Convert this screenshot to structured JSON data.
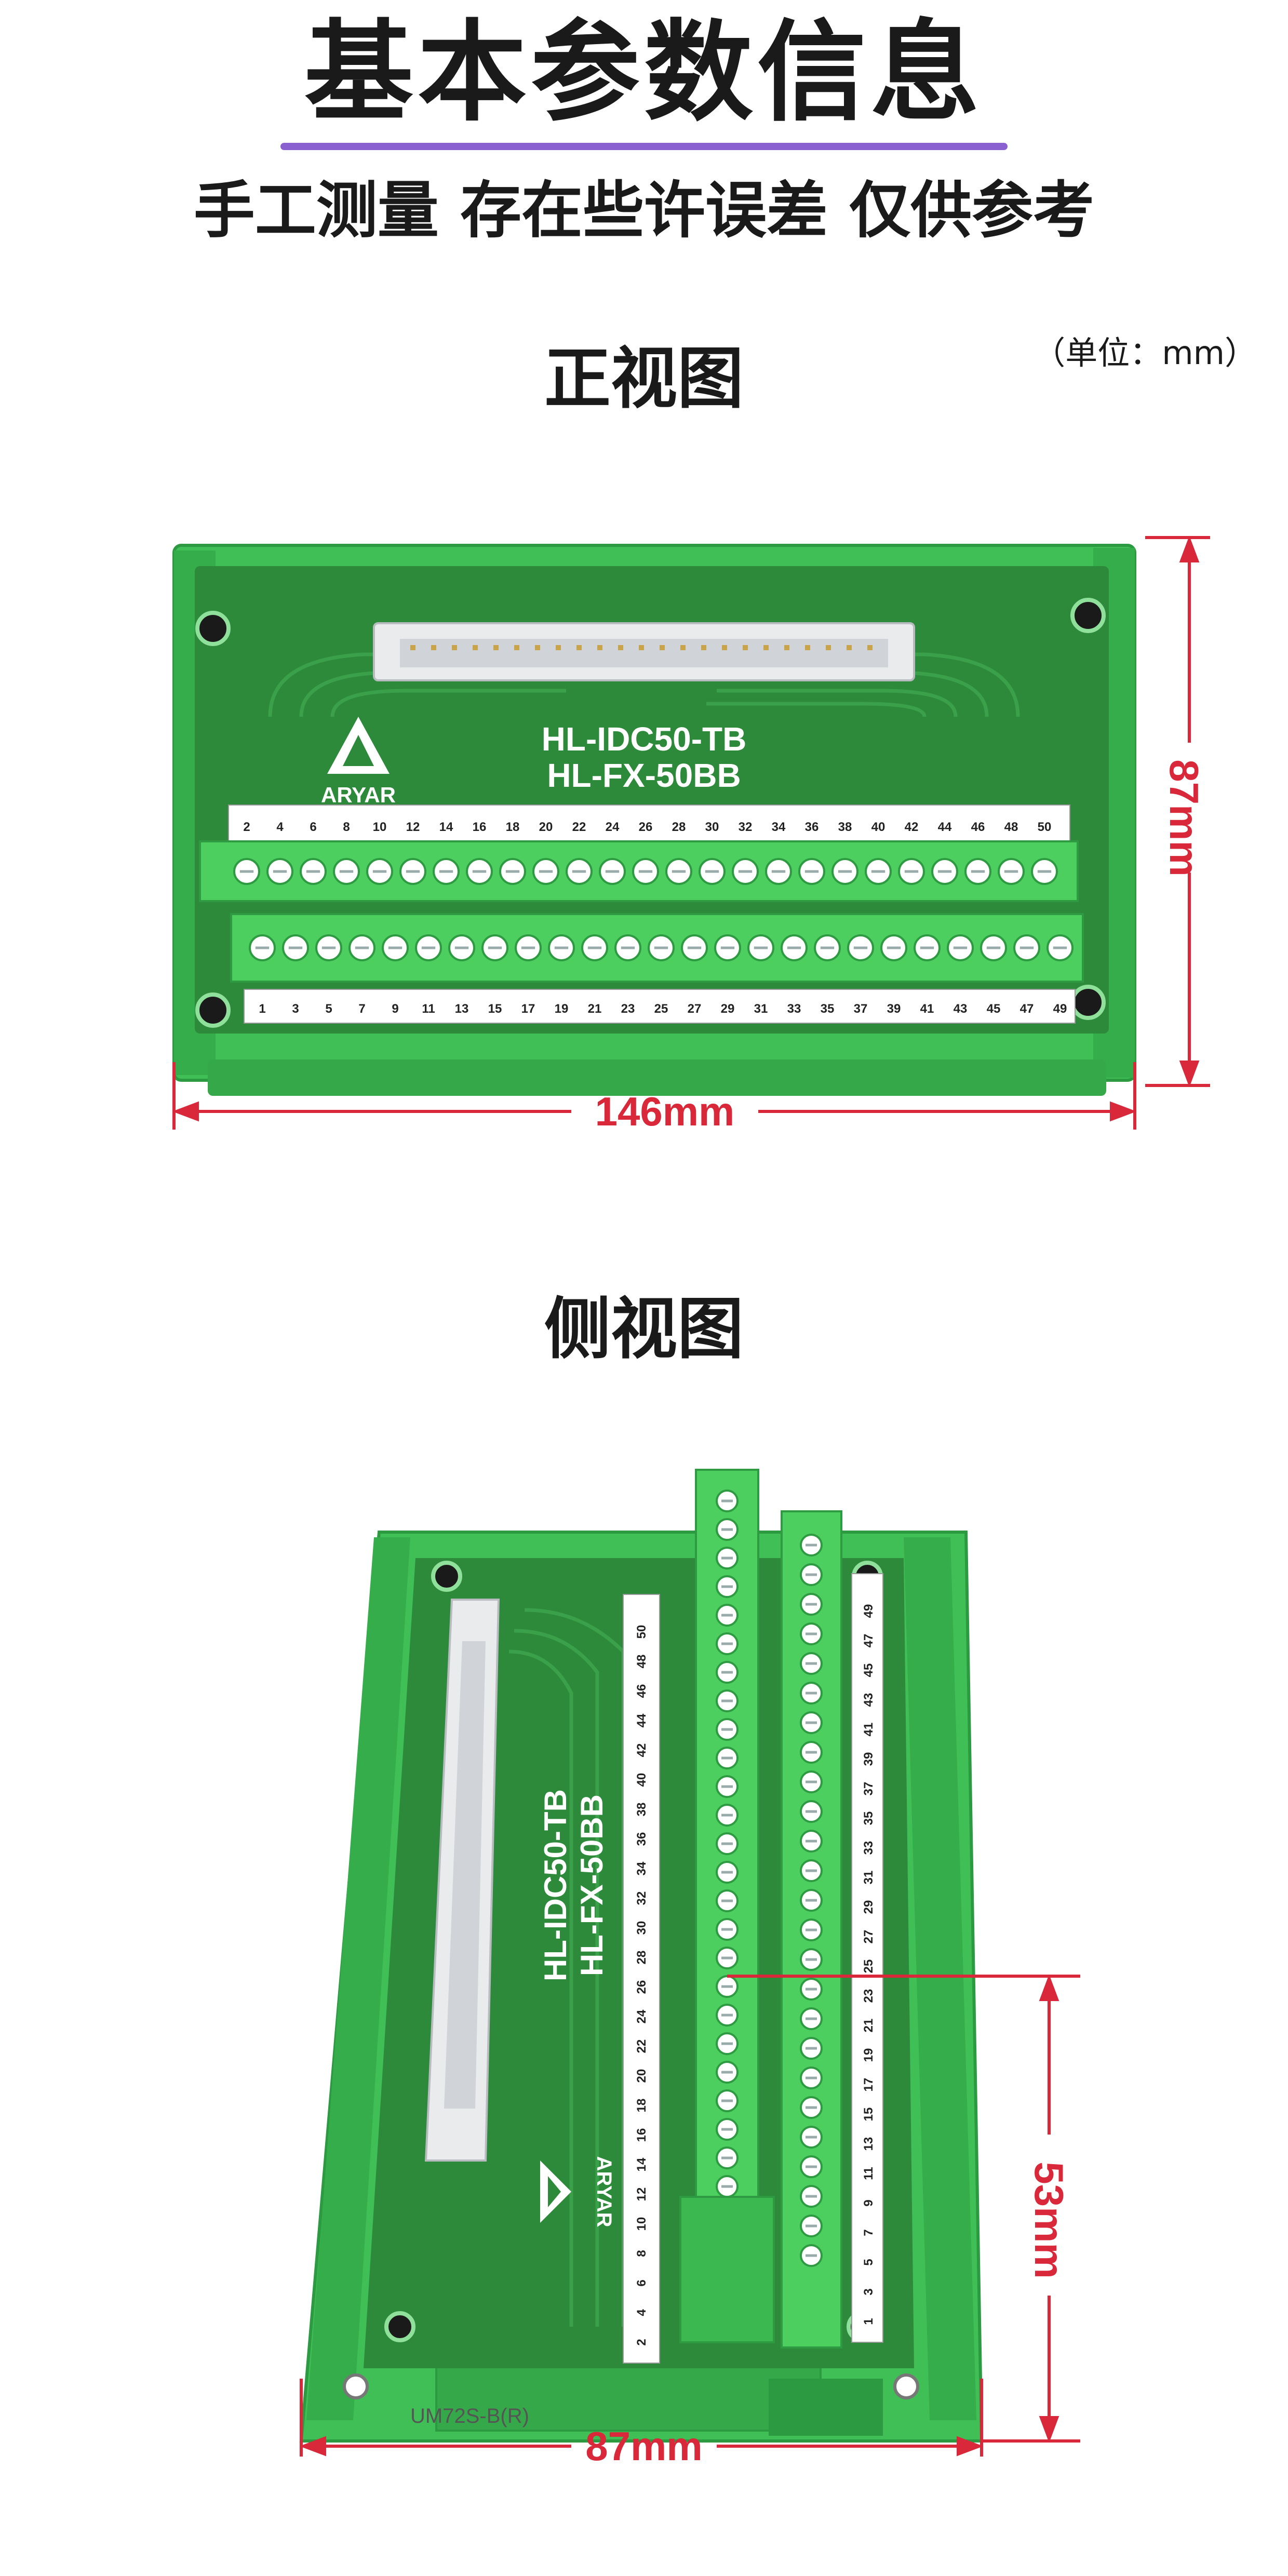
{
  "header": {
    "title": "基本参数信息",
    "subtitle": "手工测量 存在些许误差 仅供参考",
    "rule_color": "#8a5fd0"
  },
  "front_view": {
    "title": "正视图",
    "unit_note": "（单位：mm）",
    "width_label": "146mm",
    "height_label": "87mm",
    "board_model": "HL-IDC50-TB",
    "board_model_2": "HL-FX-50BB",
    "brand": "ARYAR",
    "top_row_labels": [
      "2",
      "4",
      "6",
      "8",
      "10",
      "12",
      "14",
      "16",
      "18",
      "20",
      "22",
      "24",
      "26",
      "28",
      "30",
      "32",
      "34",
      "36",
      "38",
      "40",
      "42",
      "44",
      "46",
      "48",
      "50"
    ],
    "bottom_row_labels": [
      "1",
      "3",
      "5",
      "7",
      "9",
      "11",
      "13",
      "15",
      "17",
      "19",
      "21",
      "23",
      "25",
      "27",
      "29",
      "31",
      "33",
      "35",
      "37",
      "39",
      "41",
      "43",
      "45",
      "47",
      "49"
    ]
  },
  "side_view": {
    "title": "侧视图",
    "width_label": "87mm",
    "height_label": "53mm",
    "board_model": "HL-IDC50-TB",
    "board_model_2": "HL-FX-50BB",
    "brand": "ARYAR",
    "rail_model": "UM72S-B(R)",
    "left_col_labels": [
      "2",
      "4",
      "6",
      "8",
      "10",
      "12",
      "14",
      "16",
      "18",
      "20",
      "22",
      "24",
      "26",
      "28",
      "30",
      "32",
      "34",
      "36",
      "38",
      "40",
      "42",
      "44",
      "46",
      "48",
      "50"
    ],
    "right_col_labels": [
      "1",
      "3",
      "5",
      "7",
      "9",
      "11",
      "13",
      "15",
      "17",
      "19",
      "21",
      "23",
      "25",
      "27",
      "29",
      "31",
      "33",
      "35",
      "37",
      "39",
      "41",
      "43",
      "45",
      "47",
      "49"
    ]
  },
  "colors": {
    "board_green": "#2c8a3a",
    "housing_green": "#3fbf55",
    "terminal_green": "#4ccf5f",
    "dimension_red": "#d8283a"
  }
}
